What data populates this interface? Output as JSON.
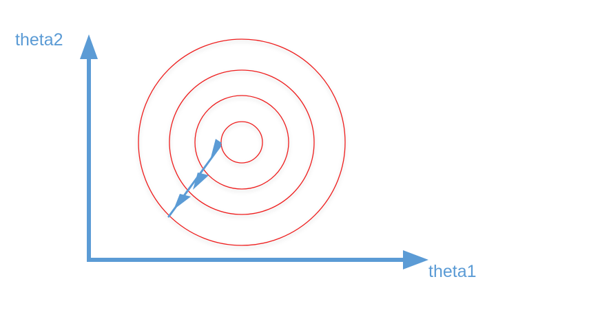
{
  "axes": {
    "x_label": "theta1",
    "y_label": "theta2"
  },
  "colors": {
    "axis": "#5b9bd5",
    "contour": "#ee1c1c",
    "background": "#ffffff"
  },
  "contours": {
    "count": 4
  },
  "descent_path": {
    "steps": 3
  }
}
